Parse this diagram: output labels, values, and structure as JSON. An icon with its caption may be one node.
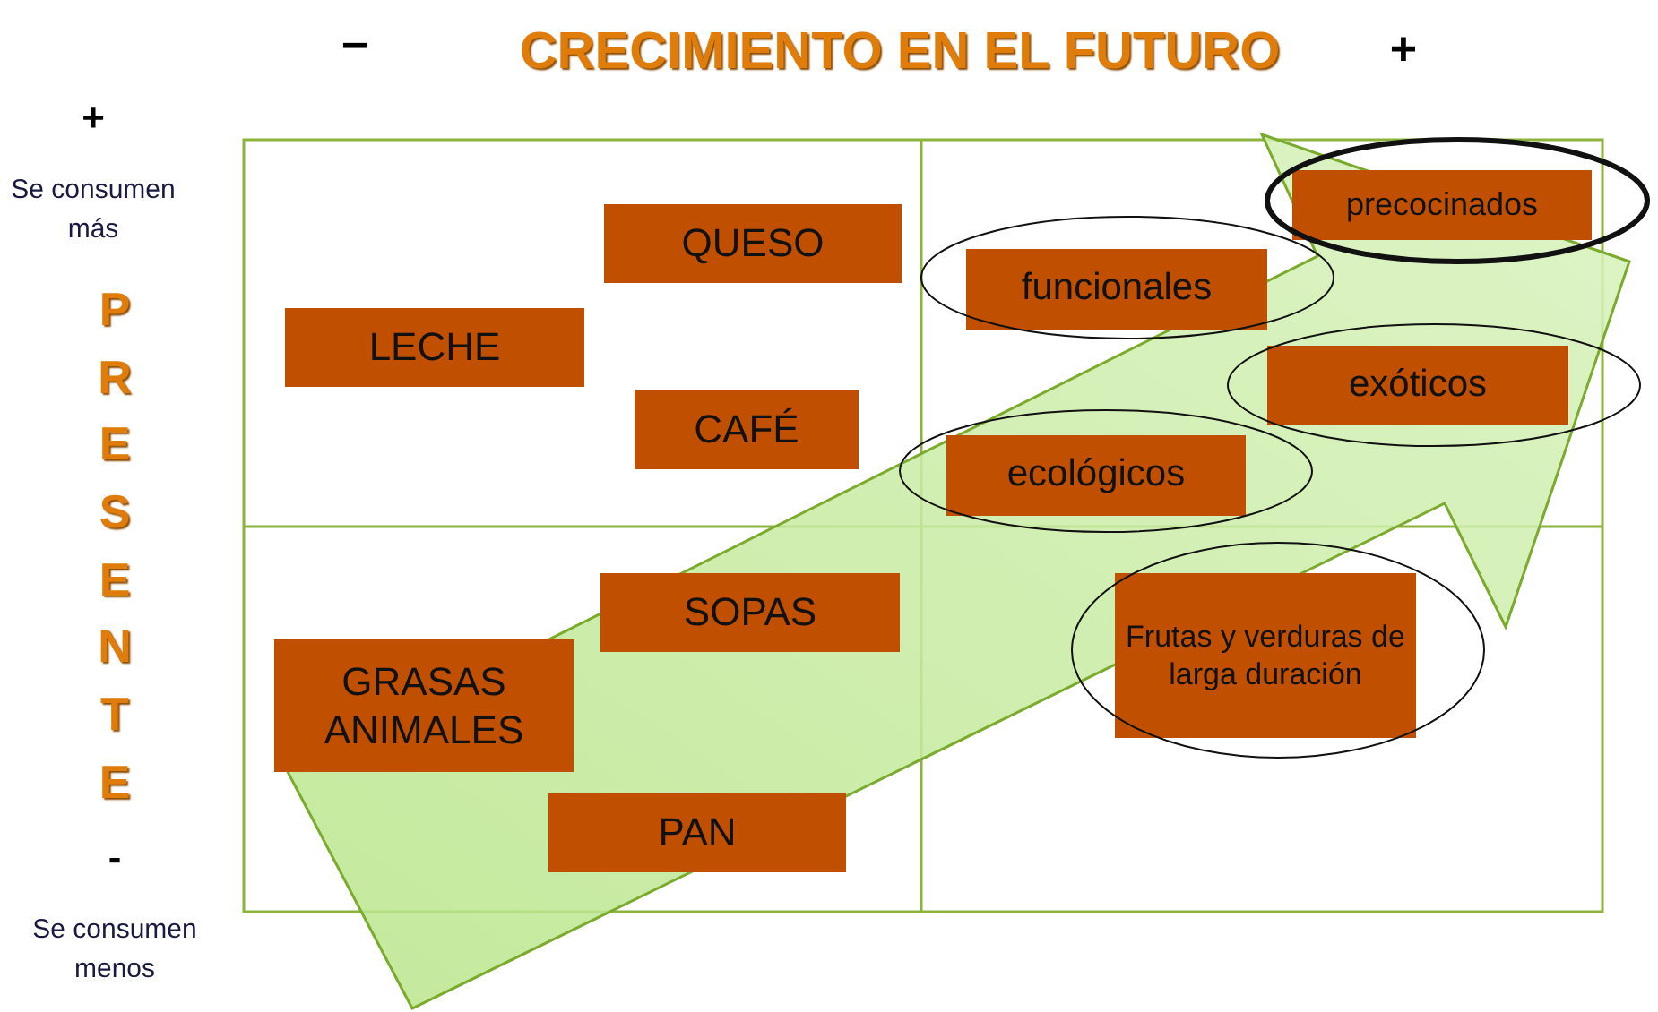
{
  "diagram": {
    "title": "CRECIMIENTO EN EL FUTURO",
    "nodes": [
      {
        "text": [
          "QUESO"
        ]
      },
      {
        "text": [
          "LECHE"
        ]
      },
      {
        "text": [
          "CAFÉ"
        ]
      },
      {
        "text": [
          "precocinados"
        ]
      },
      {
        "text": [
          "funcionales"
        ]
      },
      {
        "text": [
          "exóticos"
        ]
      },
      {
        "text": [
          "ecológicos"
        ]
      },
      {
        "text": [
          "SOPAS"
        ]
      },
      {
        "text": [
          "GRASAS ANIMALES"
        ]
      },
      {
        "text": [
          "PAN"
        ]
      },
      {
        "text": [
          "Frutas y verduras de larga duración"
        ]
      }
    ],
    "edges": [],
    "labels": [
      "−",
      "+",
      "+",
      "Se consumen más",
      "PRESENTE",
      "-",
      "Se consumen menos"
    ]
  }
}
